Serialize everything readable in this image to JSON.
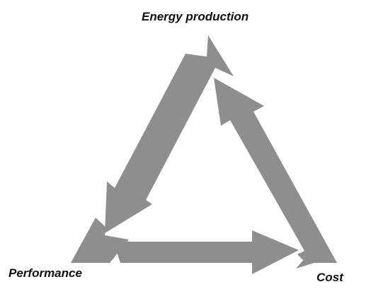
{
  "diagram": {
    "labels": {
      "top": "Energy production",
      "bottom_left": "Performance",
      "bottom_right": "Cost"
    },
    "arrow_color": "#8e8e8e",
    "text_color": "#111111"
  }
}
